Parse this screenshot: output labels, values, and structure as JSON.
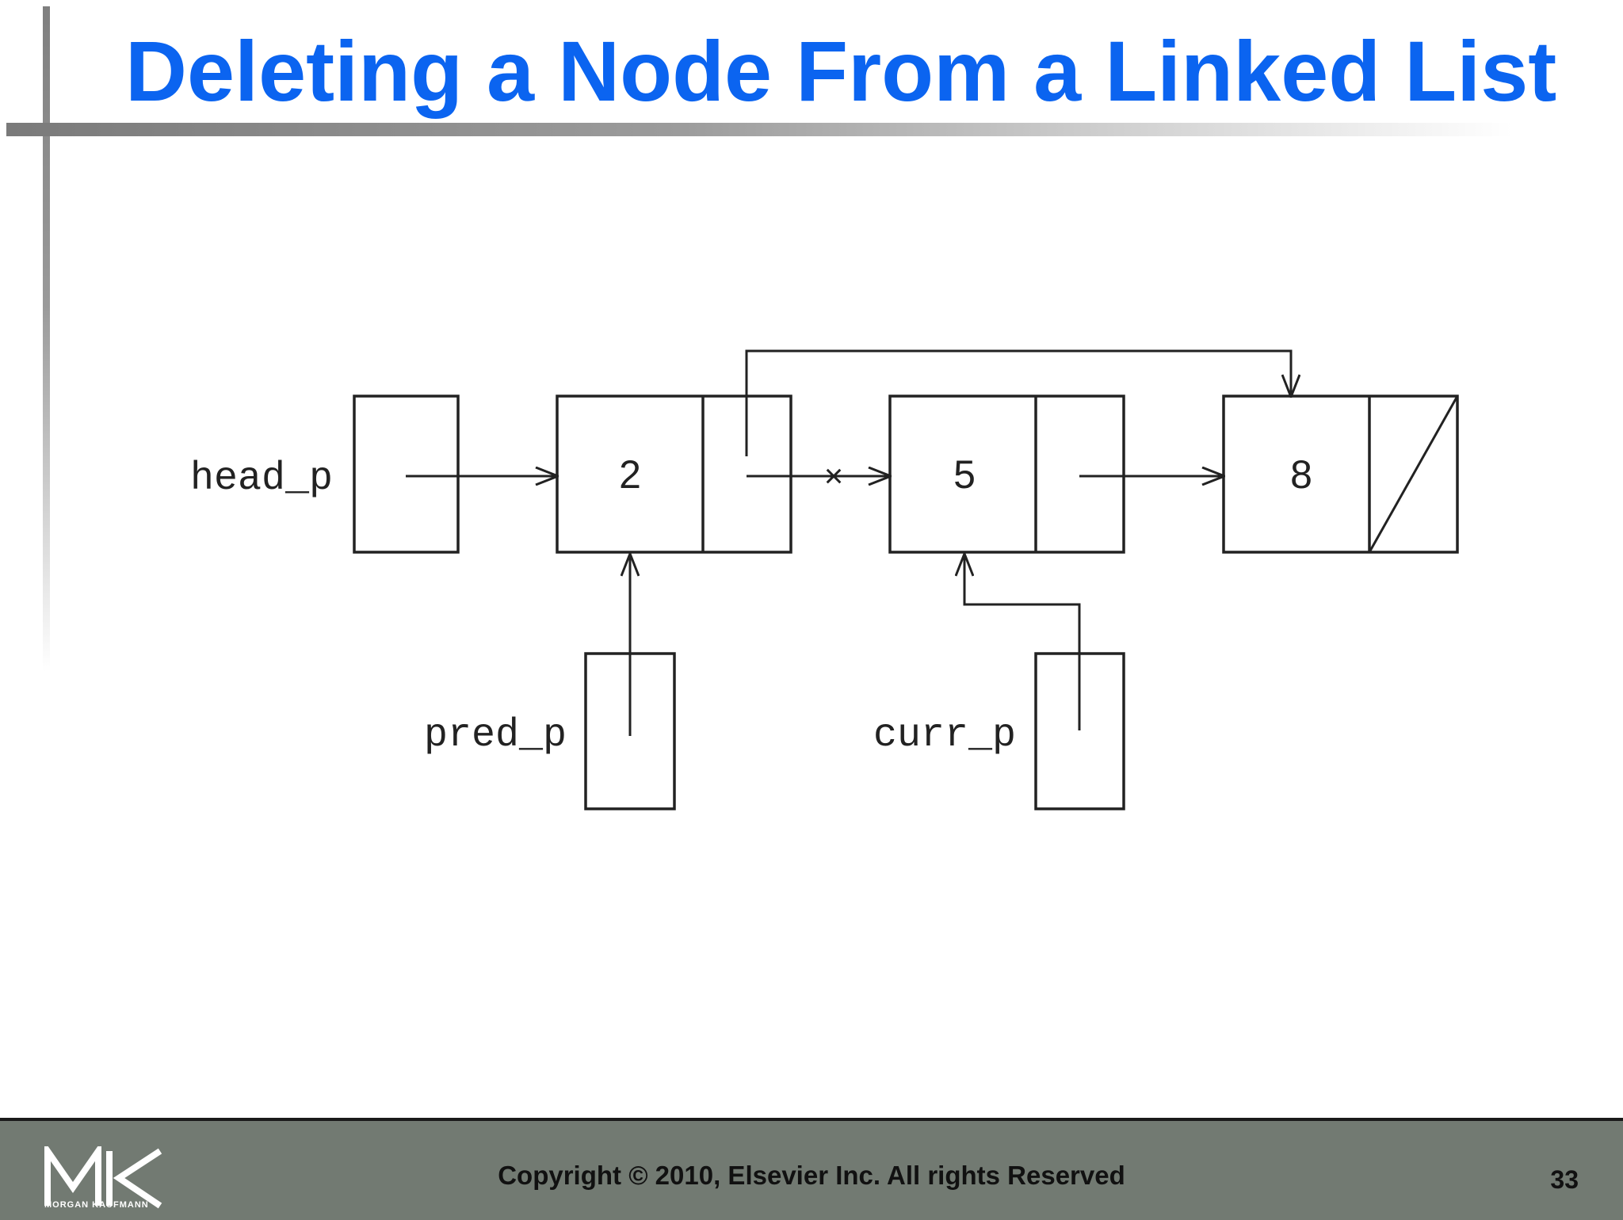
{
  "slide": {
    "title": "Deleting a Node From a Linked List",
    "title_color": "#0b64f0",
    "footer_color": "#727a72"
  },
  "diagram": {
    "pointer_labels": {
      "head": "head_p",
      "pred": "pred_p",
      "curr": "curr_p"
    },
    "nodes": [
      {
        "value": "2"
      },
      {
        "value": "5"
      },
      {
        "value": "8"
      }
    ],
    "removed_link_mark": "×"
  },
  "footer": {
    "copyright": "Copyright © 2010, Elsevier Inc. All rights Reserved",
    "page_number": "33",
    "logo_text": "MK",
    "logo_subtext": "MORGAN KAUFMANN"
  }
}
